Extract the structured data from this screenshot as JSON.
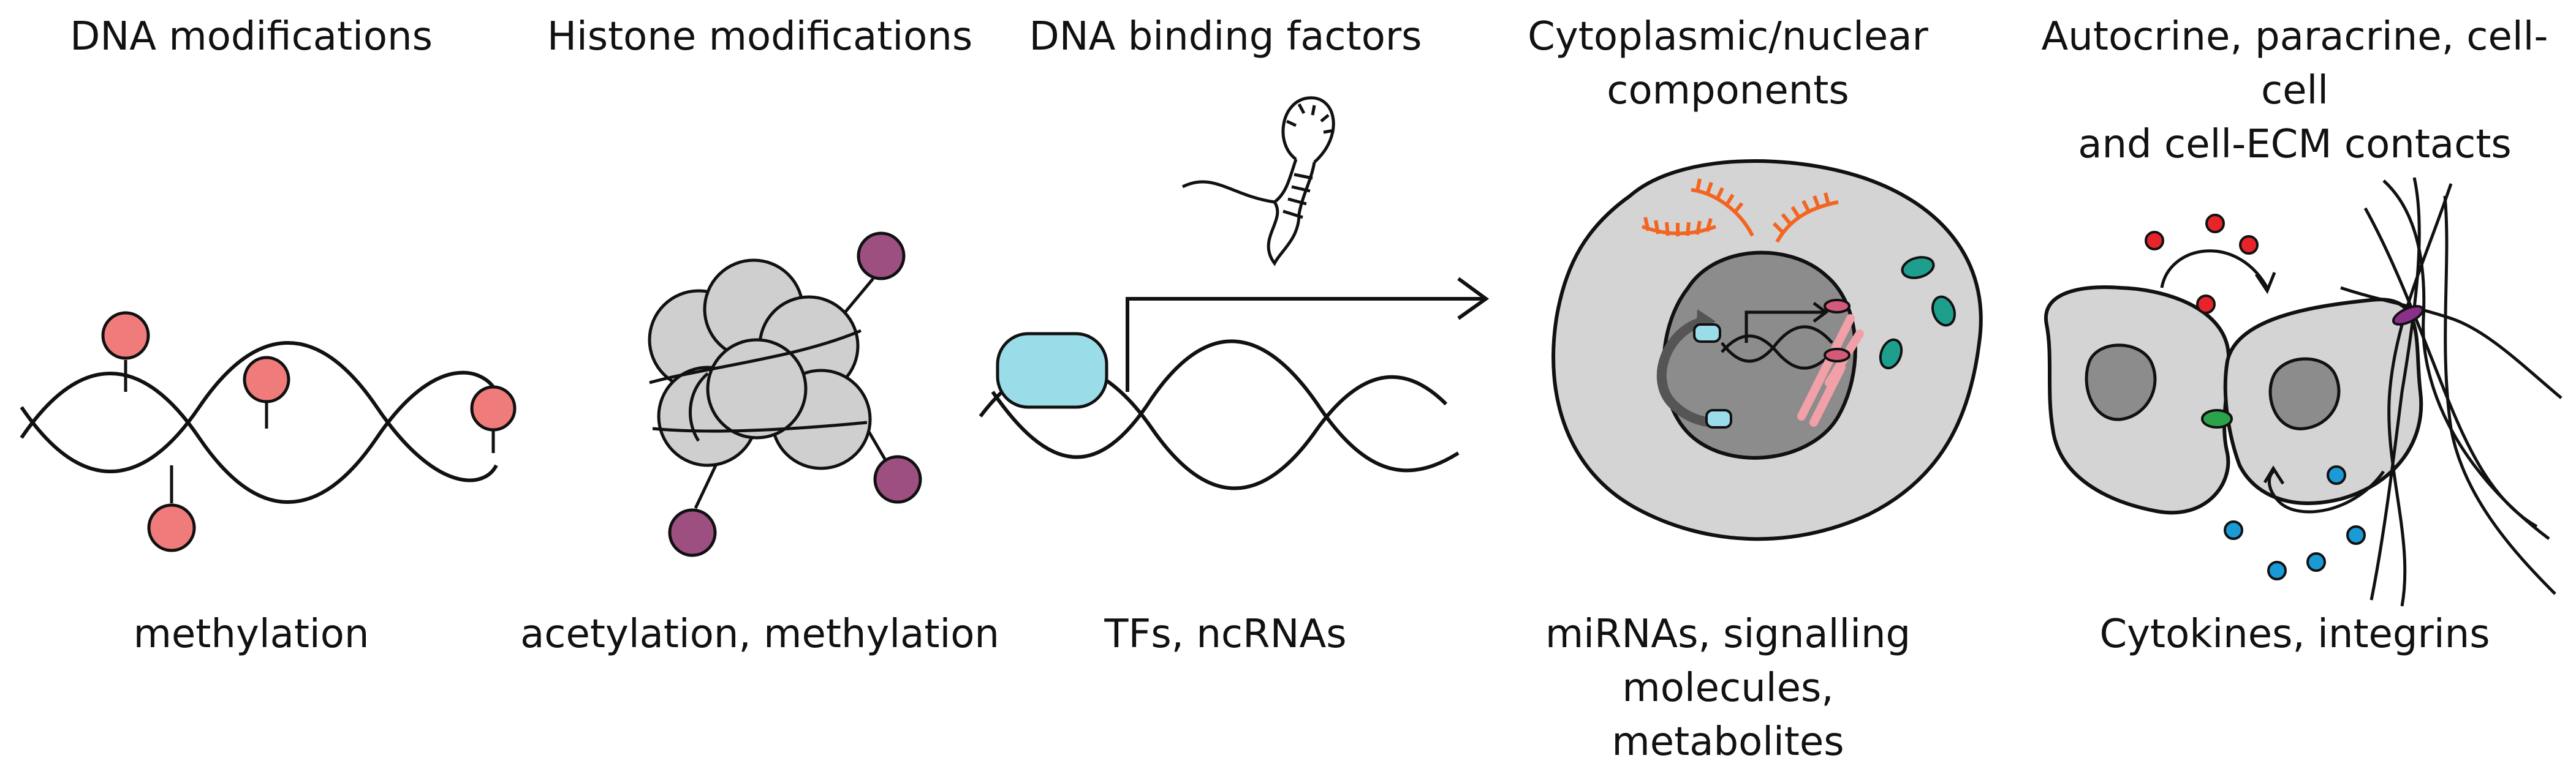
{
  "panels": [
    {
      "title": [
        "DNA modifications"
      ],
      "caption": [
        "methylation"
      ]
    },
    {
      "title": [
        "Histone modifications"
      ],
      "caption": [
        "acetylation, methylation"
      ]
    },
    {
      "title": [
        "DNA binding factors"
      ],
      "caption": [
        "TFs, ncRNAs"
      ]
    },
    {
      "title": [
        "Cytoplasmic/nuclear",
        "components"
      ],
      "caption": [
        "miRNAs, signalling molecules,",
        "metabolites"
      ]
    },
    {
      "title": [
        "Autocrine, paracrine, cell-cell",
        "and cell-ECM contacts"
      ],
      "caption": [
        "Cytokines, integrins"
      ]
    }
  ],
  "colors": {
    "methyl_group": "#f07b7b",
    "histone_mark": "#9c4f80",
    "histone": "#cfcfcf",
    "transcription_factor": "#9adce8",
    "cell": "#d4d4d4",
    "nucleus": "#8c8c8c",
    "mirna": "#f26522",
    "teal_component": "#1e9e8c",
    "cytokine_red": "#e8242b",
    "cytokine_blue": "#1a9ad6",
    "cell_junction": "#2aa34a",
    "integrin": "#8a2f8a"
  }
}
